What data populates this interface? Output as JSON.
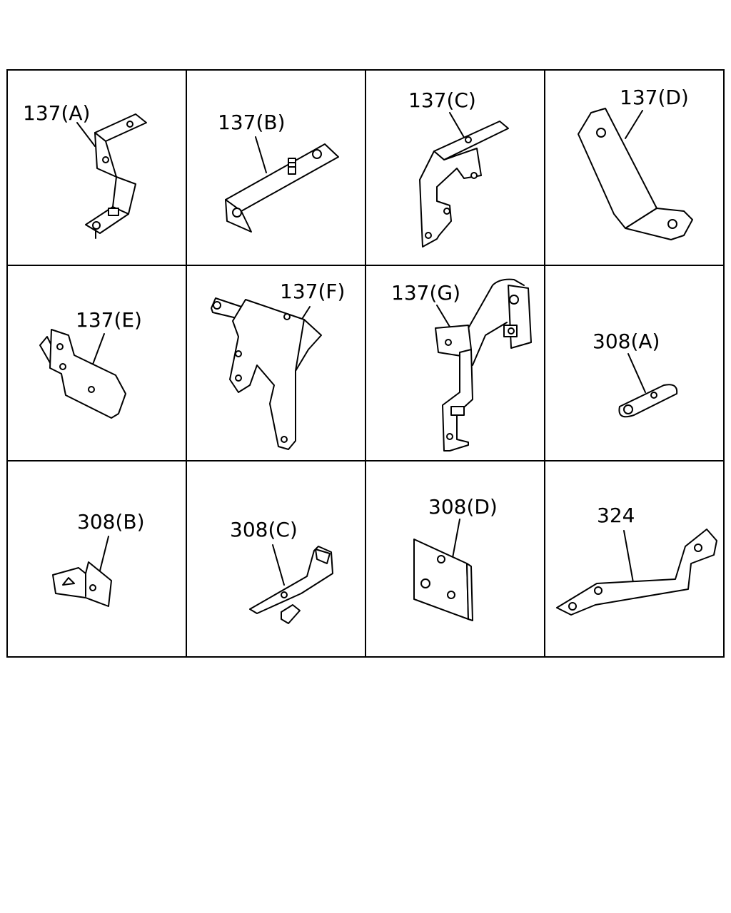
{
  "parts": [
    {
      "label": "137(A)"
    },
    {
      "label": "137(B)"
    },
    {
      "label": "137(C)"
    },
    {
      "label": "137(D)"
    },
    {
      "label": "137(E)"
    },
    {
      "label": "137(F)"
    },
    {
      "label": "137(G)"
    },
    {
      "label": "308(A)"
    },
    {
      "label": "308(B)"
    },
    {
      "label": "308(C)"
    },
    {
      "label": "308(D)"
    },
    {
      "label": "324"
    }
  ]
}
